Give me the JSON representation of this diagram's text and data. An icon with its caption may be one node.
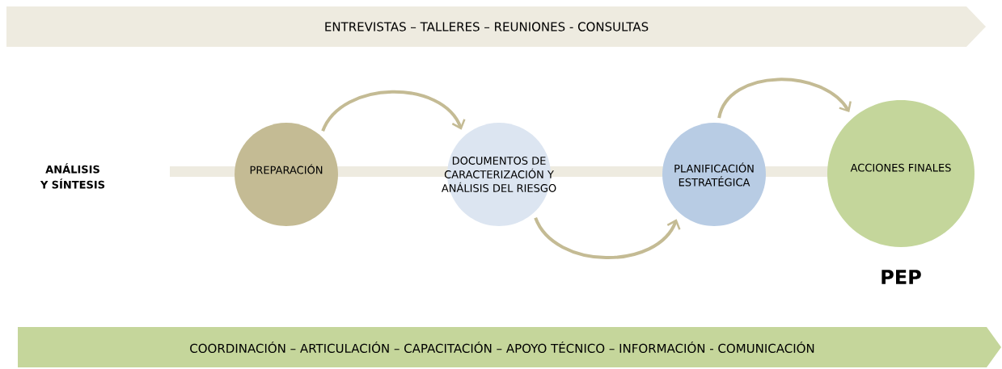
{
  "diagram": {
    "nodes": [
      {
        "text": [
          "ENTREVISTAS – TALLERES – REUNIONES - CONSULTAS"
        ]
      },
      {
        "text": [
          "PREPARACIÓN"
        ]
      },
      {
        "text": [
          "DOCUMENTOS DE CARACTERIZACIÓN Y ANÁLISIS DEL RIESGO"
        ]
      },
      {
        "text": [
          "PLANIFICACIÓN ESTRATÉGICA"
        ]
      },
      {
        "text": [
          "ACCIONES FINALES"
        ],
        "beside": [
          "PEP"
        ]
      },
      {
        "text": [
          "COORDINACIÓN – ARTICULACIÓN – CAPACITACIÓN – APOYO TÉCNICO – INFORMACIÓN - COMUNICACIÓN"
        ]
      }
    ],
    "edges": [
      {
        "from": 1,
        "to": 2,
        "arrow": "to"
      },
      {
        "from": 2,
        "to": 3,
        "arrow": "to"
      },
      {
        "from": 3,
        "to": 4,
        "arrow": "to"
      }
    ],
    "labels": [
      "ANÁLISIS Y SÍNTESIS"
    ]
  }
}
